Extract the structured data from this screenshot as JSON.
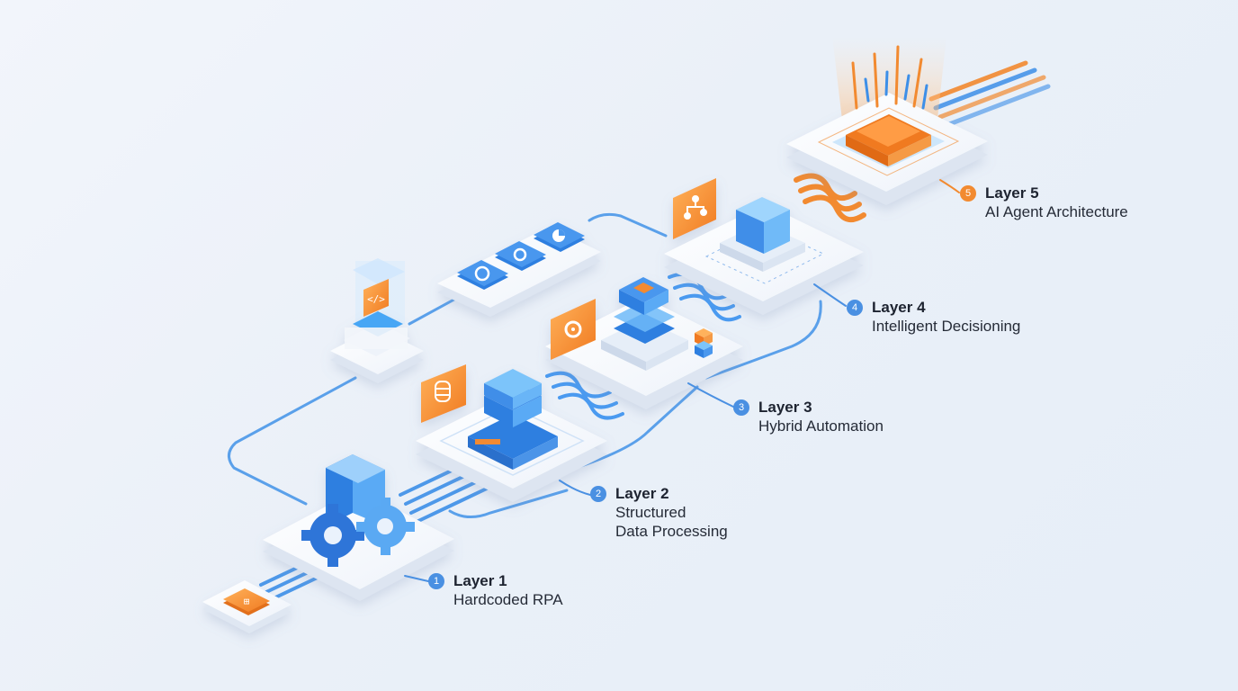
{
  "layers": [
    {
      "badge": "1",
      "title": "Layer 1",
      "description": "Hardcoded RPA",
      "color": "#4a90e2"
    },
    {
      "badge": "2",
      "title": "Layer 2",
      "description": "Structured\nData Processing",
      "color": "#4a90e2"
    },
    {
      "badge": "3",
      "title": "Layer 3",
      "description": "Hybrid Automation",
      "color": "#4a90e2"
    },
    {
      "badge": "4",
      "title": "Layer 4",
      "description": "Intelligent Decisioning",
      "color": "#4a90e2"
    },
    {
      "badge": "5",
      "title": "Layer 5",
      "description": "AI Agent Architecture",
      "color": "#f28a30"
    }
  ],
  "icons": {
    "code_symbol": "</>"
  },
  "colors": {
    "blue": "#4a90e2",
    "orange": "#f28a30",
    "platform": "#f8fafd"
  }
}
